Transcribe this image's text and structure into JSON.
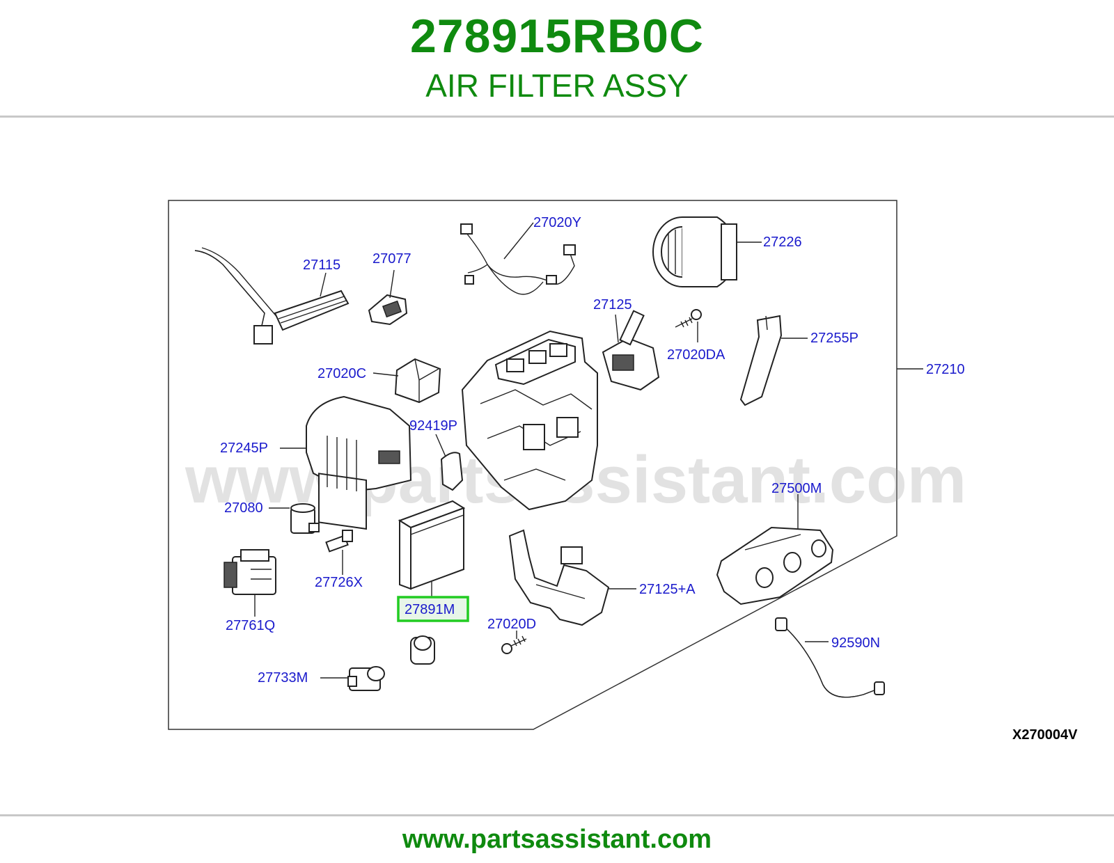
{
  "header": {
    "part_number": "278915RB0C",
    "part_name": "AIR FILTER ASSY"
  },
  "diagram": {
    "watermark": "www.partsassistant.com",
    "reference_code": "X270004V",
    "highlighted": "27891M",
    "callouts": {
      "c27020Y": "27020Y",
      "c27226": "27226",
      "c27115": "27115",
      "c27077": "27077",
      "c27125": "27125",
      "c27020DA": "27020DA",
      "c27255P": "27255P",
      "c27210": "27210",
      "c27020C": "27020C",
      "c92419P": "92419P",
      "c27245P": "27245P",
      "c27500M": "27500M",
      "c27080": "27080",
      "c27726X": "27726X",
      "c27761Q": "27761Q",
      "c27891M": "27891M",
      "c27125A": "27125+A",
      "c27020D": "27020D",
      "c92590N": "92590N",
      "c27733M": "27733M"
    }
  },
  "footer": {
    "url": "www.partsassistant.com"
  },
  "colors": {
    "brand_green": "#0f8a0f",
    "callout_blue": "#1a1acc",
    "highlight_box": "#22cc22"
  }
}
